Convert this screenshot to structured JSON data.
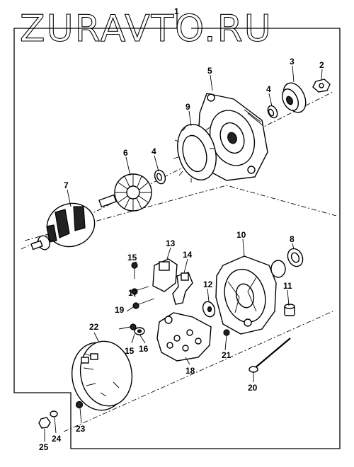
{
  "watermark": "ZURAVTO.RU",
  "callouts": {
    "n1": "1",
    "n2": "2",
    "n3": "3",
    "n4a": "4",
    "n4b": "4",
    "n5": "5",
    "n6": "6",
    "n7": "7",
    "n8": "8",
    "n9": "9",
    "n10": "10",
    "n11": "11",
    "n12": "12",
    "n13": "13",
    "n14": "14",
    "n15a": "15",
    "n15b": "15",
    "n16": "16",
    "n17": "17",
    "n18": "18",
    "n19": "19",
    "n20": "20",
    "n21": "21",
    "n22": "22",
    "n23": "23",
    "n24": "24",
    "n25": "25"
  }
}
